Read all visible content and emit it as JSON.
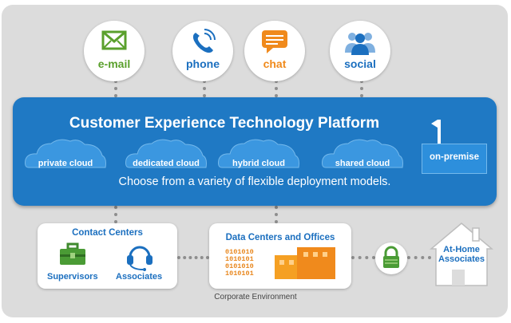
{
  "channels": [
    {
      "label": "e-mail",
      "icon": "envelope-icon",
      "color": "#5aa02c"
    },
    {
      "label": "phone",
      "icon": "phone-icon",
      "color": "#1b6fbf"
    },
    {
      "label": "chat",
      "icon": "chat-bubble-icon",
      "color": "#f08a1c"
    },
    {
      "label": "social",
      "icon": "people-icon",
      "color": "#1b6fbf"
    }
  ],
  "platform": {
    "title": "Customer Experience Technology Platform",
    "subtitle": "Choose from a variety of flexible deployment models.",
    "clouds": [
      "private cloud",
      "dedicated cloud",
      "hybrid cloud",
      "shared cloud"
    ],
    "on_premise": "on-premise",
    "color": "#1f79c4"
  },
  "contact_centers": {
    "title": "Contact Centers",
    "supervisors": "Supervisors",
    "associates": "Associates"
  },
  "data_centers": {
    "title": "Data Centers and Offices",
    "binary_lines": [
      "0101010",
      "1010101",
      "0101010",
      "1010101"
    ]
  },
  "at_home": {
    "label_line1": "At-Home",
    "label_line2": "Associates"
  },
  "corporate_label": "Corporate Environment"
}
